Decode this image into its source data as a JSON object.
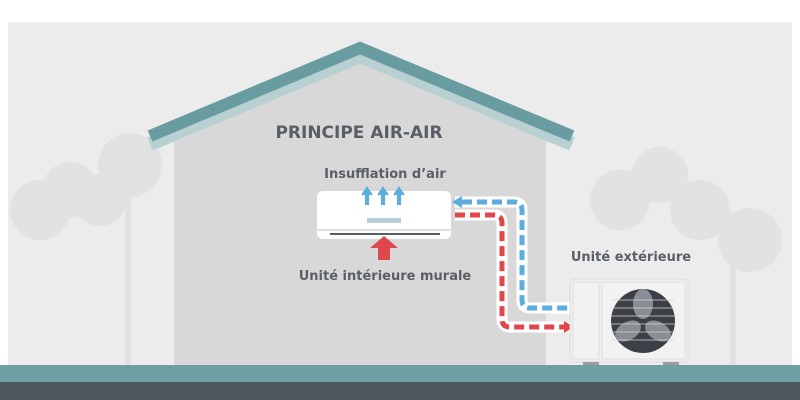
{
  "title": "PRINCIPE AIR-AIR",
  "labels": {
    "air_blow": "Insufflation d’air",
    "indoor_unit": "Unité intérieure murale",
    "outdoor_unit": "Unité extérieure"
  },
  "colors": {
    "roof": "#689ca0",
    "ground": "#6f9fa3",
    "base": "#4f565d",
    "cold_flow": "#5aaede",
    "hot_flow": "#e0474c",
    "text": "#5a5f67"
  }
}
